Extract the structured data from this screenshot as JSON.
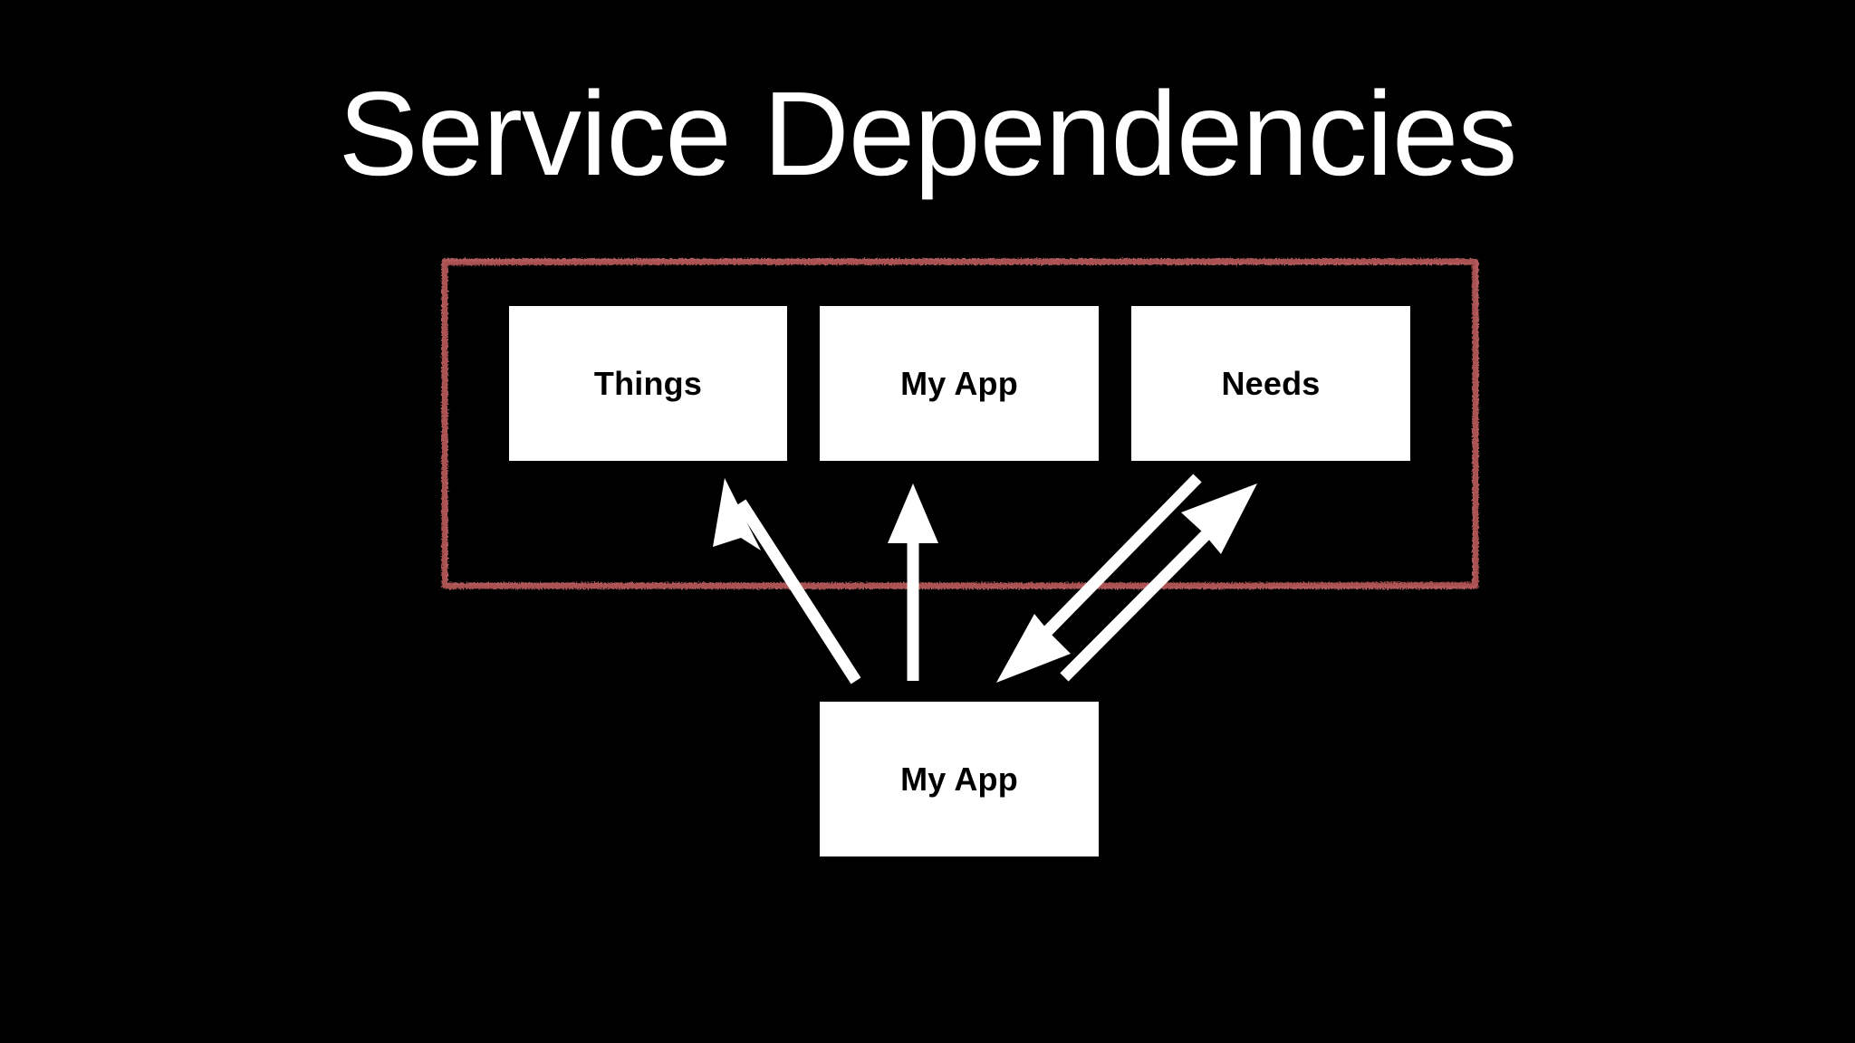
{
  "slide": {
    "title": "Service Dependencies",
    "background_color": "#000000",
    "title_color": "#ffffff"
  },
  "boundary": {
    "name": "service-boundary",
    "style": "hand-drawn-sketch",
    "stroke_color": "#b35a5d",
    "fill": "none",
    "label": ""
  },
  "nodes": [
    {
      "id": "things",
      "label": "Things",
      "group": "inside-boundary",
      "fill_color": "#ffffff",
      "text_color": "#000000"
    },
    {
      "id": "myapp-top",
      "label": "My App",
      "group": "inside-boundary",
      "fill_color": "#ffffff",
      "text_color": "#000000"
    },
    {
      "id": "needs",
      "label": "Needs",
      "group": "inside-boundary",
      "fill_color": "#ffffff",
      "text_color": "#000000"
    },
    {
      "id": "myapp-bottom",
      "label": "My App",
      "group": "outside-boundary",
      "fill_color": "#ffffff",
      "text_color": "#000000"
    }
  ],
  "edges": [
    {
      "id": "edge-myapp-to-things",
      "from": "myapp-bottom",
      "to": "things",
      "direction": "up-left",
      "color": "#ffffff"
    },
    {
      "id": "edge-myapp-to-myapp",
      "from": "myapp-bottom",
      "to": "myapp-top",
      "direction": "up",
      "color": "#ffffff"
    },
    {
      "id": "edge-needs-to-myapp",
      "from": "needs",
      "to": "myapp-bottom",
      "direction": "down-left",
      "color": "#ffffff"
    },
    {
      "id": "edge-myapp-to-needs",
      "from": "myapp-bottom",
      "to": "needs",
      "direction": "up-right",
      "color": "#ffffff"
    }
  ]
}
